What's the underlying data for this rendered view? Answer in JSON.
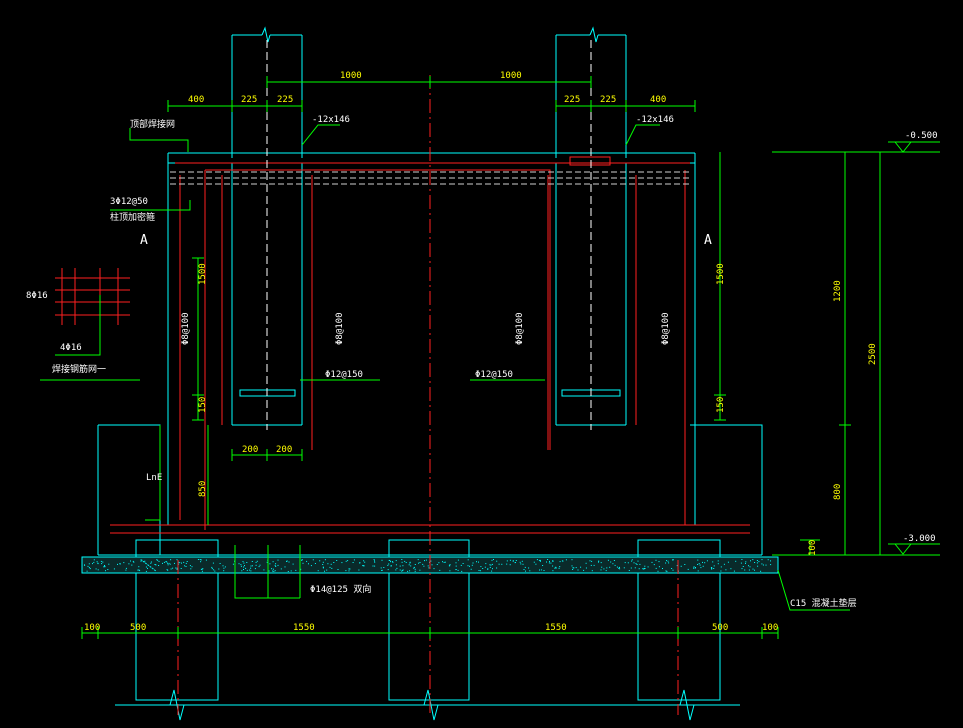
{
  "colors": {
    "background": "#000000",
    "outline": "#00ffff",
    "rebar": "#ff2020",
    "centerline": "#ff2020",
    "dimension": "#00ff00",
    "dim_text": "#ffff00",
    "label_text": "#ffffff"
  },
  "dimensions_top": {
    "d1000_left": "1000",
    "d1000_right": "1000",
    "d400_left": "400",
    "d225_a": "225",
    "d225_b": "225",
    "d225_c": "225",
    "d225_d": "225",
    "d400_right": "400",
    "plate_left": "-12x146",
    "plate_right": "-12x146"
  },
  "dimensions_side": {
    "d1500_left": "1500",
    "d1500_right": "1500",
    "d150_left": "150",
    "d150_right": "150",
    "d850": "850",
    "d1200": "1200",
    "d2500": "2500",
    "d800": "800",
    "d100_right": "100"
  },
  "dimensions_bottom": {
    "d100_left": "100",
    "d500_left": "500",
    "d1550_left": "1550",
    "d1550_right": "1550",
    "d500_right": "500",
    "d100_right": "100",
    "d200_a": "200",
    "d200_b": "200"
  },
  "elevations": {
    "top": "-0.500",
    "bottom": "-3.000"
  },
  "labels": {
    "weld_mesh": "顶部焊接网",
    "stirrup_top_1": "3Φ12@50",
    "stirrup_top_2": "柱顶加密箍",
    "section_left": "A",
    "section_right": "A",
    "bars_8": "8Φ16",
    "bars_4": "4Φ16",
    "mesh_note": "焊接钢筋网一",
    "phi8_a": "Φ8@100",
    "phi8_b": "Φ8@100",
    "phi8_c": "Φ8@100",
    "phi8_d": "Φ8@100",
    "phi12_left": "Φ12@150",
    "phi12_right": "Φ12@150",
    "lne": "LnE",
    "phi14": "Φ14@125 双向",
    "c15": "C15 混凝土垫层"
  }
}
